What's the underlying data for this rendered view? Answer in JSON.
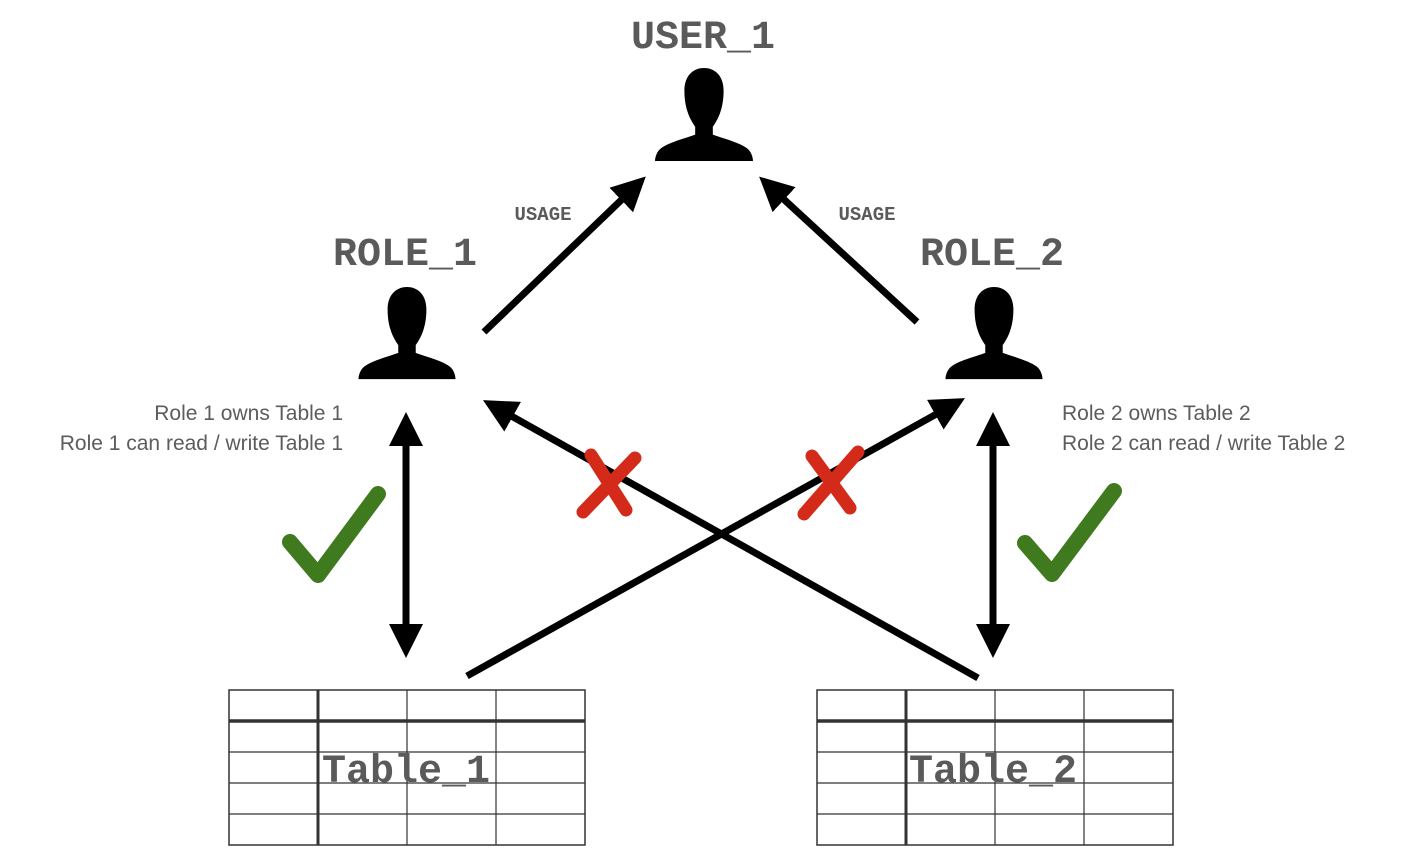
{
  "user": {
    "label": "USER_1"
  },
  "roles": [
    {
      "label": "ROLE_1",
      "notes": [
        "Role 1 owns Table 1",
        "Role 1 can read / write Table 1"
      ]
    },
    {
      "label": "ROLE_2",
      "notes": [
        "Role 2 owns Table 2",
        "Role 2 can read / write Table 2"
      ]
    }
  ],
  "edges": {
    "usage_left": "USAGE",
    "usage_right": "USAGE"
  },
  "tables": [
    {
      "label": "Table_1"
    },
    {
      "label": "Table_2"
    }
  ],
  "colors": {
    "allowed": "#3f7a1f",
    "denied": "#d42a1a",
    "arrow": "#000000",
    "text": "#5a5a5a",
    "grid": "#333333"
  },
  "icons": {
    "person": "person-silhouette-icon",
    "allowed": "checkmark-icon",
    "denied": "x-mark-icon"
  }
}
